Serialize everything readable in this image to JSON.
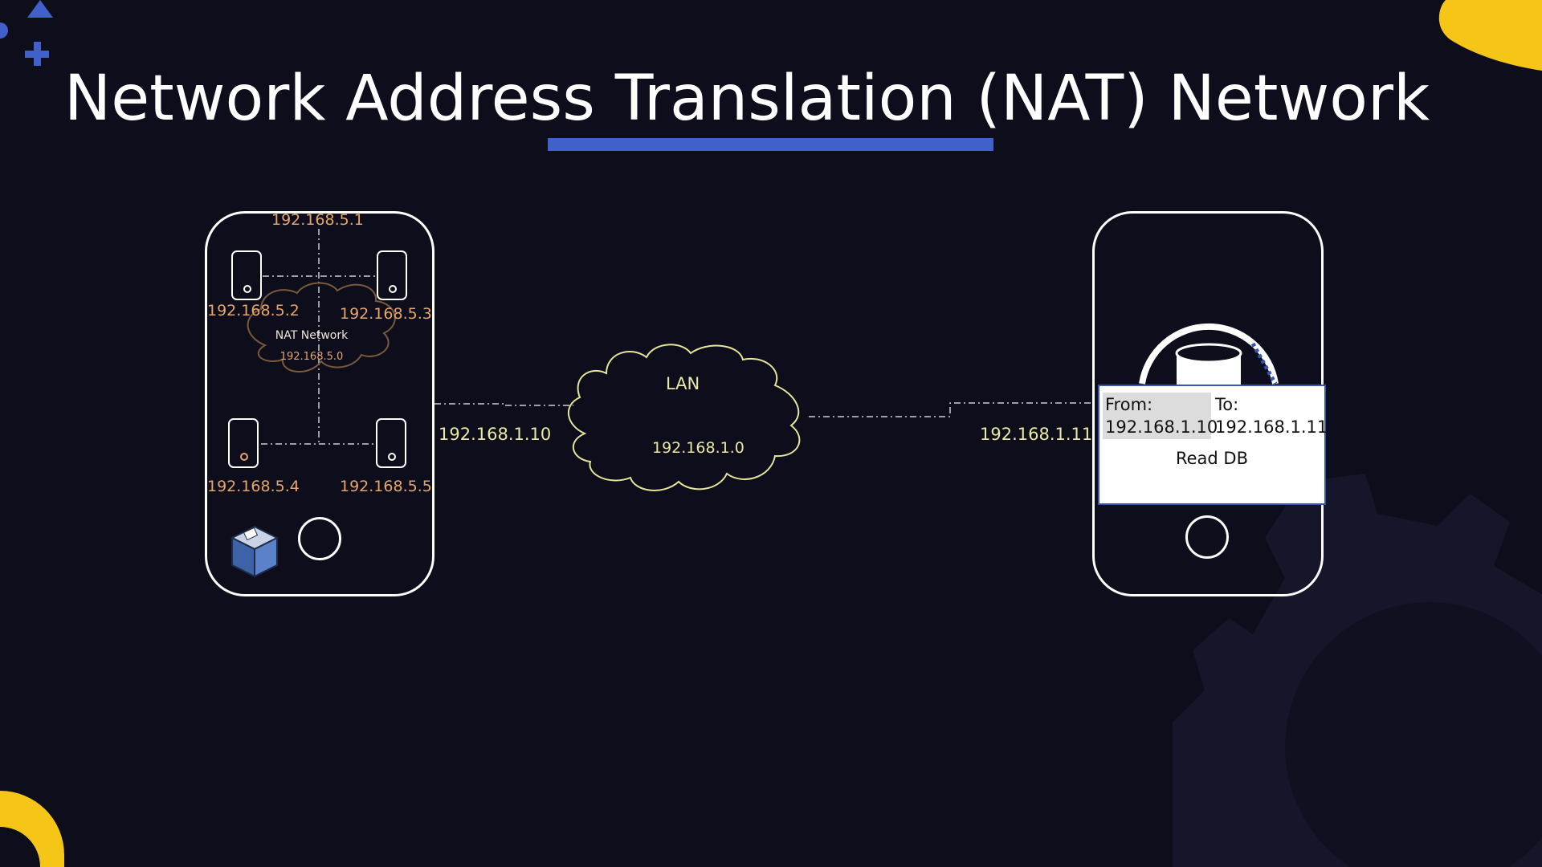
{
  "title": "Network Address Translation (NAT) Network",
  "colors": {
    "background": "#0d0d1c",
    "accent_blue": "#4160cc",
    "accent_yellow": "#f5c518",
    "nat_label": "#e6a56a",
    "lan_label": "#e8eaa2"
  },
  "left_host": {
    "gateway_ip": "192.168.5.1",
    "nat_cloud_title": "NAT Network",
    "nat_cloud_subnet": "192.168.5.0",
    "vm_ips": [
      "192.168.5.2",
      "192.168.5.3",
      "192.168.5.4",
      "192.168.5.5"
    ],
    "host_ip": "192.168.1.10",
    "logo_icon": "virtualbox-icon"
  },
  "lan": {
    "label": "LAN",
    "subnet": "192.168.1.0"
  },
  "right_host": {
    "host_ip": "192.168.1.11",
    "icon": "database-icon",
    "popup": {
      "from_label": "From:",
      "from_ip": "192.168.1.10",
      "to_label": "To:",
      "to_ip": "192.168.1.11",
      "action": "Read DB"
    }
  }
}
